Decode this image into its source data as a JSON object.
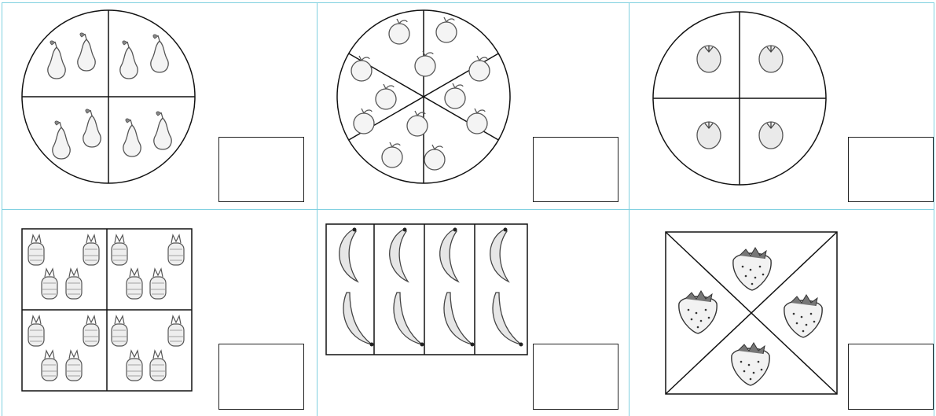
{
  "worksheet": {
    "colors": {
      "grid": "#7fd0e0",
      "line": "#111111",
      "fruit_stroke": "#555555",
      "fruit_fill": "#f4f4f4"
    },
    "cells": [
      {
        "shape": "circle",
        "divisions": 4,
        "fruit": "pear-icon",
        "fruit_count": 8,
        "answer": ""
      },
      {
        "shape": "circle",
        "divisions": 6,
        "fruit": "apple-icon",
        "fruit_count": 12,
        "answer": ""
      },
      {
        "shape": "circle",
        "divisions": 4,
        "fruit": "tomato-icon",
        "fruit_count": 4,
        "answer": ""
      },
      {
        "shape": "square",
        "divisions": 4,
        "fruit": "pineapple-icon",
        "fruit_count": 16,
        "answer": ""
      },
      {
        "shape": "rectangle",
        "divisions": 4,
        "fruit": "banana-icon",
        "fruit_count": 8,
        "answer": ""
      },
      {
        "shape": "square-diagonal",
        "divisions": 4,
        "fruit": "strawberry-icon",
        "fruit_count": 4,
        "answer": ""
      }
    ]
  }
}
